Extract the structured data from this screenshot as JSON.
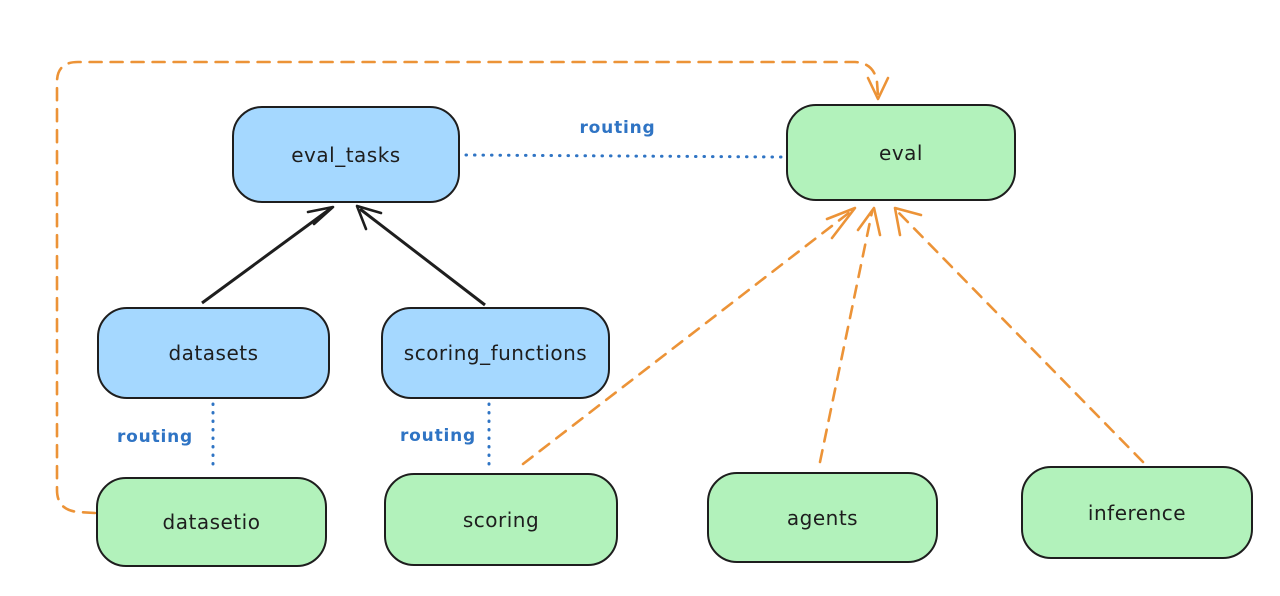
{
  "colors": {
    "background": "#ffffff",
    "node-blue": "#a5d8ff",
    "node-green": "#b2f2bb",
    "ink": "#1e1e1e",
    "orange": "#ec9337",
    "blue-line": "#2f74c4"
  },
  "nodes": {
    "eval_tasks": {
      "label": "eval_tasks",
      "color": "#a5d8ff"
    },
    "eval": {
      "label": "eval",
      "color": "#b2f2bb"
    },
    "datasets": {
      "label": "datasets",
      "color": "#a5d8ff"
    },
    "scoring_functions": {
      "label": "scoring_functions",
      "color": "#a5d8ff"
    },
    "datasetio": {
      "label": "datasetio",
      "color": "#b2f2bb"
    },
    "scoring": {
      "label": "scoring",
      "color": "#b2f2bb"
    },
    "agents": {
      "label": "agents",
      "color": "#b2f2bb"
    },
    "inference": {
      "label": "inference",
      "color": "#b2f2bb"
    }
  },
  "edges": [
    {
      "from": "datasets",
      "to": "eval_tasks",
      "style": "solid",
      "color": "#1e1e1e",
      "label": ""
    },
    {
      "from": "scoring_functions",
      "to": "eval_tasks",
      "style": "solid",
      "color": "#1e1e1e",
      "label": ""
    },
    {
      "from": "eval_tasks",
      "to": "eval",
      "style": "dotted",
      "color": "#2f74c4",
      "label": "routing"
    },
    {
      "from": "datasets",
      "to": "datasetio",
      "style": "dotted",
      "color": "#2f74c4",
      "label": "routing"
    },
    {
      "from": "scoring_functions",
      "to": "scoring",
      "style": "dotted",
      "color": "#2f74c4",
      "label": "routing"
    },
    {
      "from": "datasetio",
      "to": "eval",
      "style": "dashed",
      "color": "#ec9337",
      "label": ""
    },
    {
      "from": "scoring",
      "to": "eval",
      "style": "dashed",
      "color": "#ec9337",
      "label": ""
    },
    {
      "from": "agents",
      "to": "eval",
      "style": "dashed",
      "color": "#ec9337",
      "label": ""
    },
    {
      "from": "inference",
      "to": "eval",
      "style": "dashed",
      "color": "#ec9337",
      "label": ""
    }
  ]
}
